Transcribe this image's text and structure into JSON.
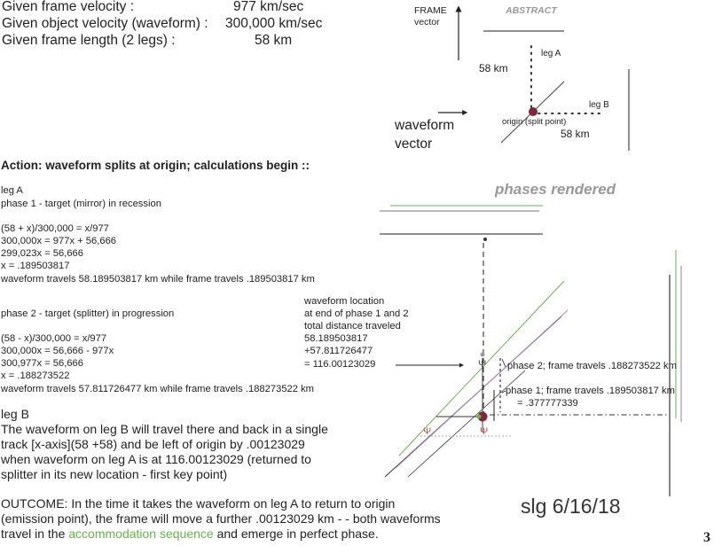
{
  "given": {
    "frame_velocity_label": "Given frame velocity :",
    "frame_velocity_value": "977 km/sec",
    "object_velocity_label": "Given object velocity (waveform) :",
    "object_velocity_value": "300,000 km/sec",
    "frame_length_label": "Given frame length (2 legs) :",
    "frame_length_value": "58 km"
  },
  "abstract_diagram": {
    "title": "ABSTRACT",
    "frame_vector_line1": "FRAME",
    "frame_vector_line2": "vector",
    "leg_a": "leg A",
    "leg_b": "leg B",
    "distance_left": "58 km",
    "distance_bottom": "58 km",
    "origin_label": "origin (split point)",
    "waveform_vector_line1": "waveform",
    "waveform_vector_line2": "vector"
  },
  "action_heading": "Action: waveform splits at origin; calculations begin ::",
  "leg_a": {
    "heading": "leg A",
    "phase1_title": "phase 1  -  target (mirror) in recession",
    "phase1_lines": [
      "(58 + x)/300,000 = x/977",
      "300,000x = 977x + 56,666",
      "299,023x = 56,666",
      "x = .189503817",
      "waveform travels 58.189503817 km while frame travels .189503817 km"
    ],
    "phase2_title": "phase 2  - target (splitter) in progression",
    "phase2_lines": [
      "(58 - x)/300,000 = x/977",
      "300,000x = 56,666 - 977x",
      "300,977x = 56,666",
      "x = .188273522",
      "waveform travels 57.811726477 km while frame travels .188273522 km"
    ]
  },
  "waveform_location": {
    "lines": [
      "waveform location",
      "at end of phase 1 and 2",
      "total distance traveled",
      "58.189503817",
      "+57.811726477",
      "= 116.00123029"
    ]
  },
  "phases_rendered": {
    "title": "phases rendered",
    "phase2_label": "phase 2; frame travels .188273522 km",
    "phase1_label": "phase 1; frame travels .189503817 km",
    "total_label": "= .377777339",
    "psi_symbol": "Ψ"
  },
  "leg_b": {
    "heading": "leg B",
    "lines": [
      "The waveform on leg B will travel there and back in a single",
      "track [x-axis](58 +58) and be left of origin by .00123029",
      "when waveform on leg A is at 116.00123029 (returned to",
      "splitter in its new location - first key point)"
    ]
  },
  "outcome": {
    "line1": "OUTCOME: In the time it takes the waveform on leg A to return to origin",
    "line2": "(emission point), the frame will move  a further .00123029 km - - both waveforms",
    "line3_before": "travel  in the ",
    "line3_highlight": "accommodation sequence",
    "line3_after": " and emerge in perfect phase."
  },
  "signature": "slg 6/16/18",
  "page_number": "3",
  "colors": {
    "text": "#222222",
    "green": "#6ab04c",
    "grey_title": "#999999",
    "purple": "#b08ab8",
    "red_psi": "#c0504d",
    "origin_dot": "#7a2a3a"
  }
}
